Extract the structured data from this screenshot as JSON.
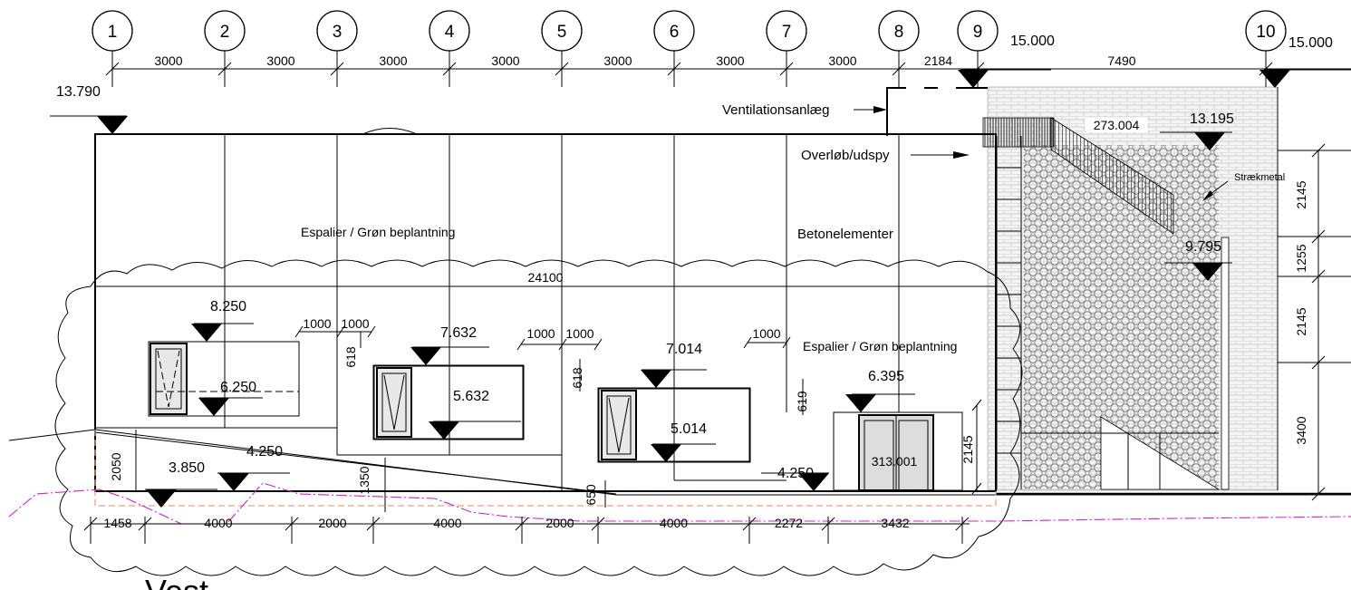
{
  "grid_axes": [
    "1",
    "2",
    "3",
    "4",
    "5",
    "6",
    "7",
    "8",
    "9",
    "10"
  ],
  "top_dimensions": [
    "3000",
    "3000",
    "3000",
    "3000",
    "3000",
    "3000",
    "3000",
    "2184",
    "7490"
  ],
  "bottom_dimensions": [
    "1458",
    "4000",
    "2000",
    "4000",
    "2000",
    "4000",
    "2272",
    "3432"
  ],
  "elevations": {
    "roof_left": "13.790",
    "roof_axis9": "15.000",
    "roof_axis10": "15.000",
    "stair_top": "13.195",
    "mesh_mid": "9.795",
    "win1_top": "8.250",
    "win1_bottom": "6.250",
    "win2_top": "7.632",
    "win2_bottom": "5.632",
    "win3_top": "7.014",
    "win3_bottom": "5.014",
    "door_top": "6.395",
    "ground_left_upper": "4.250",
    "ground_left_lower": "3.850",
    "ground_right": "4.250"
  },
  "labels": {
    "ventilation": "Ventilationsanlæg",
    "overflow": "Overløb/udspy",
    "espalier_top": "Espalier / Grøn beplantning",
    "concrete": "Betonelementer",
    "espalier_right": "Espalier / Grøn beplantning",
    "expanded_metal": "Strækmetal",
    "room_stair": "273.004",
    "room_door": "313.001",
    "view_title": "Vest"
  },
  "facade_width": "24100",
  "side_dimensions": [
    "2145",
    "1255",
    "2145",
    "3400"
  ],
  "window_offsets": [
    "1000",
    "1000",
    "1000",
    "1000",
    "1000"
  ],
  "small_dimensions": [
    "618",
    "618",
    "619",
    "2050",
    "1350",
    "650",
    "2145"
  ]
}
